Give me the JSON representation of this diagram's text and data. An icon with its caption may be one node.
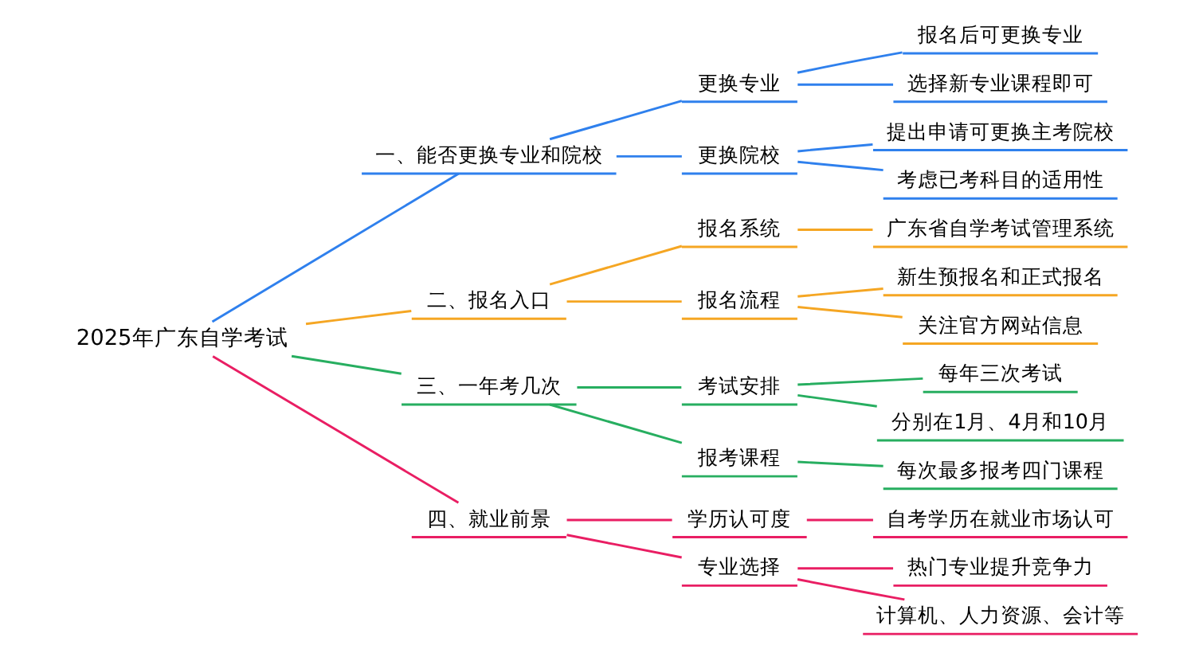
{
  "diagram": {
    "nodes": [
      {
        "text": [
          "2025年广东自学考试"
        ]
      },
      {
        "text": [
          "一、能否更换专业和院校"
        ]
      },
      {
        "text": [
          "更换专业"
        ]
      },
      {
        "text": [
          "报名后可更换专业"
        ]
      },
      {
        "text": [
          "选择新专业课程即可"
        ]
      },
      {
        "text": [
          "更换院校"
        ]
      },
      {
        "text": [
          "提出申请可更换主考院校"
        ]
      },
      {
        "text": [
          "考虑已考科目的适用性"
        ]
      },
      {
        "text": [
          "二、报名入口"
        ]
      },
      {
        "text": [
          "报名系统"
        ]
      },
      {
        "text": [
          "广东省自学考试管理系统"
        ]
      },
      {
        "text": [
          "报名流程"
        ]
      },
      {
        "text": [
          "新生预报名和正式报名"
        ]
      },
      {
        "text": [
          "关注官方网站信息"
        ]
      },
      {
        "text": [
          "三、一年考几次"
        ]
      },
      {
        "text": [
          "考试安排"
        ]
      },
      {
        "text": [
          "每年三次考试"
        ]
      },
      {
        "text": [
          "分别在1月、4月和10月"
        ]
      },
      {
        "text": [
          "报考课程"
        ]
      },
      {
        "text": [
          "每次最多报考四门课程"
        ]
      },
      {
        "text": [
          "四、就业前景"
        ]
      },
      {
        "text": [
          "学历认可度"
        ]
      },
      {
        "text": [
          "自考学历在就业市场认可"
        ]
      },
      {
        "text": [
          "专业选择"
        ]
      },
      {
        "text": [
          "热门专业提升竞争力"
        ]
      },
      {
        "text": [
          "计算机、人力资源、会计等"
        ]
      }
    ],
    "edges": [
      {
        "from": 0,
        "to": 1,
        "arrow": "none",
        "color": "#2f80ed"
      },
      {
        "from": 1,
        "to": 2,
        "arrow": "none",
        "color": "#2f80ed"
      },
      {
        "from": 2,
        "to": 3,
        "arrow": "none",
        "color": "#2f80ed"
      },
      {
        "from": 2,
        "to": 4,
        "arrow": "none",
        "color": "#2f80ed"
      },
      {
        "from": 1,
        "to": 5,
        "arrow": "none",
        "color": "#2f80ed"
      },
      {
        "from": 5,
        "to": 6,
        "arrow": "none",
        "color": "#2f80ed"
      },
      {
        "from": 5,
        "to": 7,
        "arrow": "none",
        "color": "#2f80ed"
      },
      {
        "from": 0,
        "to": 8,
        "arrow": "none",
        "color": "#f5a623"
      },
      {
        "from": 8,
        "to": 9,
        "arrow": "none",
        "color": "#f5a623"
      },
      {
        "from": 9,
        "to": 10,
        "arrow": "none",
        "color": "#f5a623"
      },
      {
        "from": 8,
        "to": 11,
        "arrow": "none",
        "color": "#f5a623"
      },
      {
        "from": 11,
        "to": 12,
        "arrow": "none",
        "color": "#f5a623"
      },
      {
        "from": 11,
        "to": 13,
        "arrow": "none",
        "color": "#f5a623"
      },
      {
        "from": 0,
        "to": 14,
        "arrow": "none",
        "color": "#27ae60"
      },
      {
        "from": 14,
        "to": 15,
        "arrow": "none",
        "color": "#27ae60"
      },
      {
        "from": 15,
        "to": 16,
        "arrow": "none",
        "color": "#27ae60"
      },
      {
        "from": 15,
        "to": 17,
        "arrow": "none",
        "color": "#27ae60"
      },
      {
        "from": 14,
        "to": 18,
        "arrow": "none",
        "color": "#27ae60"
      },
      {
        "from": 18,
        "to": 19,
        "arrow": "none",
        "color": "#27ae60"
      },
      {
        "from": 0,
        "to": 20,
        "arrow": "none",
        "color": "#e91e63"
      },
      {
        "from": 20,
        "to": 21,
        "arrow": "none",
        "color": "#e91e63"
      },
      {
        "from": 21,
        "to": 22,
        "arrow": "none",
        "color": "#e91e63"
      },
      {
        "from": 20,
        "to": 23,
        "arrow": "none",
        "color": "#e91e63"
      },
      {
        "from": 23,
        "to": 24,
        "arrow": "none",
        "color": "#e91e63"
      },
      {
        "from": 23,
        "to": 25,
        "arrow": "none",
        "color": "#e91e63"
      }
    ]
  }
}
